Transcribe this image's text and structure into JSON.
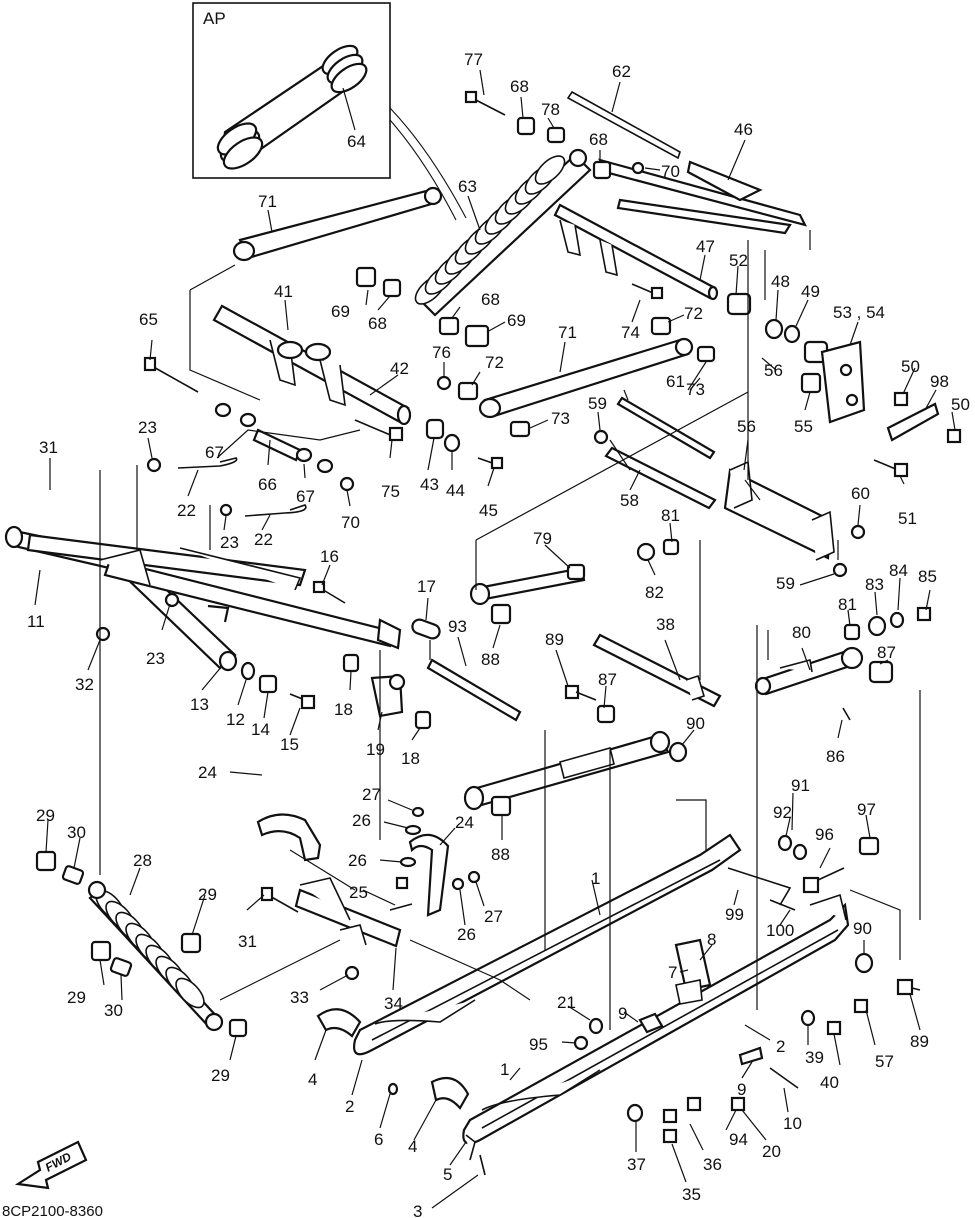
{
  "inset": {
    "title": "AP",
    "part": "64"
  },
  "footer_code": "8CP2100-8360",
  "fwd_arrow": {
    "label": "FWD"
  },
  "callouts": [
    {
      "id": "77"
    },
    {
      "id": "68"
    },
    {
      "id": "62"
    },
    {
      "id": "78"
    },
    {
      "id": "68b",
      "text": "68"
    },
    {
      "id": "70"
    },
    {
      "id": "46"
    },
    {
      "id": "71"
    },
    {
      "id": "63"
    },
    {
      "id": "47"
    },
    {
      "id": "52"
    },
    {
      "id": "48"
    },
    {
      "id": "49"
    },
    {
      "id": "53",
      "text": "53 , 54"
    },
    {
      "id": "69"
    },
    {
      "id": "68c",
      "text": "68"
    },
    {
      "id": "68d",
      "text": "68"
    },
    {
      "id": "69b",
      "text": "69"
    },
    {
      "id": "74"
    },
    {
      "id": "72"
    },
    {
      "id": "41"
    },
    {
      "id": "65"
    },
    {
      "id": "76"
    },
    {
      "id": "72b",
      "text": "72"
    },
    {
      "id": "71b",
      "text": "71"
    },
    {
      "id": "56"
    },
    {
      "id": "50"
    },
    {
      "id": "98"
    },
    {
      "id": "50b",
      "text": "50"
    },
    {
      "id": "42"
    },
    {
      "id": "73"
    },
    {
      "id": "61"
    },
    {
      "id": "55"
    },
    {
      "id": "59"
    },
    {
      "id": "73b",
      "text": "73"
    },
    {
      "id": "23"
    },
    {
      "id": "67"
    },
    {
      "id": "56b",
      "text": "56"
    },
    {
      "id": "31"
    },
    {
      "id": "66"
    },
    {
      "id": "75"
    },
    {
      "id": "43"
    },
    {
      "id": "44"
    },
    {
      "id": "45"
    },
    {
      "id": "67b",
      "text": "67"
    },
    {
      "id": "58"
    },
    {
      "id": "60"
    },
    {
      "id": "51"
    },
    {
      "id": "22"
    },
    {
      "id": "23b",
      "text": "23"
    },
    {
      "id": "22b",
      "text": "22"
    },
    {
      "id": "70b",
      "text": "70"
    },
    {
      "id": "81"
    },
    {
      "id": "79"
    },
    {
      "id": "16"
    },
    {
      "id": "82"
    },
    {
      "id": "59b",
      "text": "59"
    },
    {
      "id": "84"
    },
    {
      "id": "85"
    },
    {
      "id": "83"
    },
    {
      "id": "11"
    },
    {
      "id": "17"
    },
    {
      "id": "93"
    },
    {
      "id": "81b",
      "text": "81"
    },
    {
      "id": "23c",
      "text": "23"
    },
    {
      "id": "89"
    },
    {
      "id": "38"
    },
    {
      "id": "80"
    },
    {
      "id": "87"
    },
    {
      "id": "88"
    },
    {
      "id": "32"
    },
    {
      "id": "13"
    },
    {
      "id": "12"
    },
    {
      "id": "14"
    },
    {
      "id": "15"
    },
    {
      "id": "18"
    },
    {
      "id": "87b",
      "text": "87"
    },
    {
      "id": "19"
    },
    {
      "id": "18b",
      "text": "18"
    },
    {
      "id": "86"
    },
    {
      "id": "90"
    },
    {
      "id": "24"
    },
    {
      "id": "27"
    },
    {
      "id": "91"
    },
    {
      "id": "24b",
      "text": "24"
    },
    {
      "id": "29"
    },
    {
      "id": "30"
    },
    {
      "id": "26"
    },
    {
      "id": "92"
    },
    {
      "id": "97"
    },
    {
      "id": "88b",
      "text": "88"
    },
    {
      "id": "96"
    },
    {
      "id": "28"
    },
    {
      "id": "26b",
      "text": "26"
    },
    {
      "id": "1"
    },
    {
      "id": "25"
    },
    {
      "id": "29b",
      "text": "29"
    },
    {
      "id": "27b",
      "text": "27"
    },
    {
      "id": "99"
    },
    {
      "id": "31b",
      "text": "31"
    },
    {
      "id": "26c",
      "text": "26"
    },
    {
      "id": "100"
    },
    {
      "id": "8"
    },
    {
      "id": "90b",
      "text": "90"
    },
    {
      "id": "7"
    },
    {
      "id": "33"
    },
    {
      "id": "34"
    },
    {
      "id": "29c",
      "text": "29"
    },
    {
      "id": "30b",
      "text": "30"
    },
    {
      "id": "21"
    },
    {
      "id": "9"
    },
    {
      "id": "2"
    },
    {
      "id": "89b",
      "text": "89"
    },
    {
      "id": "95"
    },
    {
      "id": "39"
    },
    {
      "id": "57"
    },
    {
      "id": "4"
    },
    {
      "id": "29d",
      "text": "29"
    },
    {
      "id": "40"
    },
    {
      "id": "2b",
      "text": "2"
    },
    {
      "id": "9b",
      "text": "9"
    },
    {
      "id": "1b",
      "text": "1"
    },
    {
      "id": "6"
    },
    {
      "id": "10"
    },
    {
      "id": "4b",
      "text": "4"
    },
    {
      "id": "94"
    },
    {
      "id": "20"
    },
    {
      "id": "37"
    },
    {
      "id": "36"
    },
    {
      "id": "5"
    },
    {
      "id": "35"
    },
    {
      "id": "3"
    }
  ]
}
